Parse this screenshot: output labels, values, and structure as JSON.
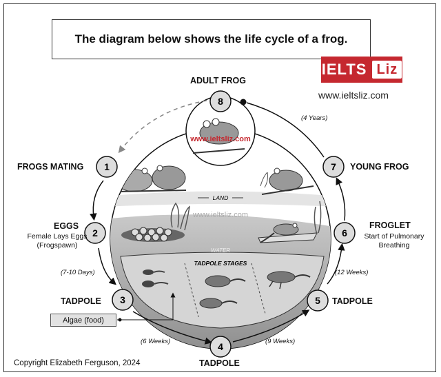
{
  "title": "The diagram below shows the life cycle of a frog.",
  "brand": {
    "name": "IELTS",
    "name_box": "Liz",
    "website": "www.ieltsliz.com",
    "color": "#c5282f"
  },
  "stages": [
    {
      "number": "1",
      "label": "FROGS MATING"
    },
    {
      "number": "2",
      "label": "EGGS",
      "note": "Female Lays Eggs\n(Frogspawn)"
    },
    {
      "number": "3",
      "label": "TADPOLE"
    },
    {
      "number": "4",
      "label": "TADPOLE"
    },
    {
      "number": "5",
      "label": "TADPOLE"
    },
    {
      "number": "6",
      "label": "FROGLET",
      "note": "Start of Pulmonary\nBreathing"
    },
    {
      "number": "7",
      "label": "YOUNG FROG"
    },
    {
      "number": "8",
      "label": "ADULT FROG"
    }
  ],
  "durations": {
    "eggs_to_tadpole": "(7-10 Days)",
    "tadpole_3_to_4": "(6 Weeks)",
    "tadpole_4_to_5": "(9 Weeks)",
    "tadpole_to_froglet": "(12 Weeks)",
    "young_to_adult": "(4 Years)"
  },
  "regions": {
    "land": "LAND",
    "water": "WATER",
    "tadpole_stages": "TADPOLE STAGES"
  },
  "watermarks": {
    "top": "www.ieltsliz.com",
    "center": "www.ieltsliz.com"
  },
  "food_label": "Algae (food)",
  "copyright": "Copyright Elizabeth Ferguson, 2024"
}
